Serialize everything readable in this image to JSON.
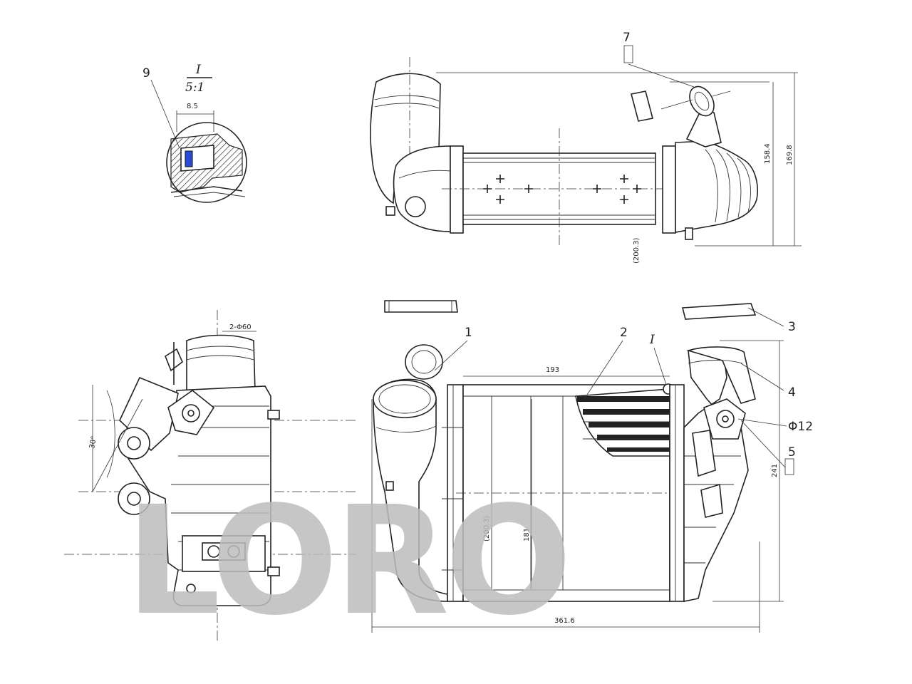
{
  "callouts": {
    "c1": "1",
    "c2": "2",
    "c3": "3",
    "c4": "4",
    "c5": "5",
    "c7": "7",
    "c9": "9",
    "detail_mark": "I",
    "detail_mark_front": "I"
  },
  "detail": {
    "title": "I",
    "scale": "5:1",
    "dim": "8.5"
  },
  "dimensions": {
    "width_total": "361.6",
    "core_width": "193",
    "core_height": "181",
    "core_height_ref": "(200.3)",
    "height_right": "241",
    "top_height_a": "158.4",
    "top_height_b": "169.8",
    "hole": "Φ12",
    "side_dim": "2-Φ60",
    "angle": "30°",
    "small_marker": "5"
  },
  "watermark": {
    "text": "LORO",
    "color": "#bdbdbd"
  }
}
